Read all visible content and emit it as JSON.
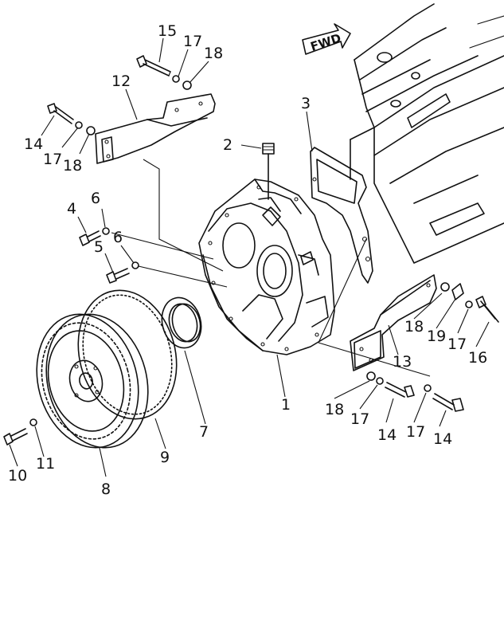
{
  "direction_label": "FWD",
  "callouts": {
    "c1": "1",
    "c2": "2",
    "c3": "3",
    "c4": "4",
    "c5": "5",
    "c6a": "6",
    "c6b": "6",
    "c7": "7",
    "c8": "8",
    "c9": "9",
    "c10": "10",
    "c11": "11",
    "c12": "12",
    "c13": "13",
    "c14a": "14",
    "c14b": "14",
    "c14c": "14",
    "c15": "15",
    "c16": "16",
    "c17a": "17",
    "c17b": "17",
    "c17c": "17",
    "c17d": "17",
    "c17e": "17",
    "c18a": "18",
    "c18b": "18",
    "c18c": "18",
    "c18d": "18",
    "c19": "19"
  }
}
